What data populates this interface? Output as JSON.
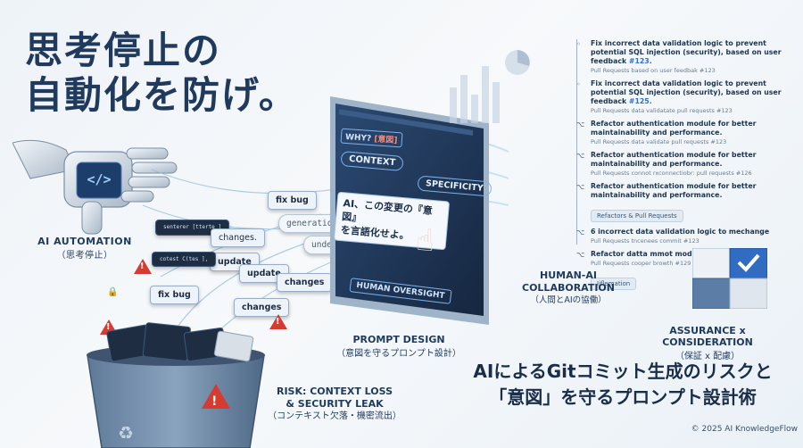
{
  "headline": {
    "line1": "思考停止の",
    "line2": "自動化を防げ。"
  },
  "robot": {
    "code_symbol": "</>",
    "label": "AI AUTOMATION",
    "sub": "（思考停止）"
  },
  "snippets": {
    "fix_bug_1": "fix bug",
    "generation": "generation",
    "changes_1": "changes.",
    "update_1": "update",
    "update_2": "update",
    "changes_2": "changes",
    "undextl": "undext]",
    "fix_bug_2": "fix bug",
    "changes_3": "changes",
    "code_1": "senterer [tterte ]",
    "code_2": "cotest C(tes ],"
  },
  "risk": {
    "line1": "RISK: CONTEXT LOSS",
    "line2": "& SECURITY LEAK",
    "sub": "（コンテキスト欠落・機密流出）"
  },
  "monitor": {
    "why": "WHY?",
    "why_box": "[意図]",
    "context": "CONTEXT",
    "specificity": "SPECIFICITY",
    "prompt_line1": "AI、この変更の『意図』",
    "prompt_line2": "を言語化せよ。",
    "human_oversight": "HUMAN OVERSIGHT"
  },
  "prompt_design": {
    "label": "PROMPT DESIGN",
    "sub": "（意図を守るプロンプト設計）"
  },
  "pr_list": [
    {
      "icon": "◦",
      "title": "Fix incorrect data validation logic to prevent potential SQL injection (security), based on user feedback ",
      "ref": "#123.",
      "meta": "Pull Requests based on user feedbak #123"
    },
    {
      "icon": "◦",
      "title": "Fix incorrect data validation logic to prevent potential SQL injection (security), based on user feedback ",
      "ref": "#125.",
      "meta": "Pull Requests data validatate pull requests #123"
    },
    {
      "icon": "⌥",
      "title": "Refactor authentication module for better maintainability and performance.",
      "ref": "",
      "meta": "Pull Requests data validate pull requests #123"
    },
    {
      "icon": "⌥",
      "title": "Refactor authentication module for better maintainability and performance.",
      "ref": "",
      "meta": "Pull Requests connot rxconnectiobr: pull requests #126"
    },
    {
      "icon": "⌥",
      "title": "Refactor authentication module for better maintainability and performance.",
      "ref": "",
      "meta": ""
    }
  ],
  "tag1": "Refactors & Pull Requests",
  "pr_list2": [
    {
      "icon": "⌥",
      "title": "6 incorrect data validation logic to mechange",
      "ref": "",
      "meta": "Pull Requests tncenees commit #123"
    },
    {
      "icon": "⌥",
      "title": "Refactor datta mmot module",
      "ref": "",
      "meta": "Pull Requests cooper browth #129"
    }
  ],
  "tag2": "Iiflemation",
  "hai": {
    "line1": "HUMAN-AI",
    "line2": "COLLABORATION",
    "sub": "（人間とAIの協働）"
  },
  "assure": {
    "label": "ASSURANCE x CONSIDERATION",
    "sub": "（保証 x 配慮）"
  },
  "title2": {
    "a": "AIによるGitコミット生成のリスクと",
    "b": "「意図」を守るプロンプト設計術"
  },
  "copyright": "© 2025 AI KnowledgeFlow",
  "colors": {
    "navy": "#1f3a5c",
    "accent_blue": "#2a6ed6",
    "warning_red": "#d63b32"
  },
  "icons": [
    "robot-hand-icon",
    "code-icon",
    "trash-bin-icon",
    "warning-icon",
    "hand-pointer-icon",
    "checkmark-icon",
    "lock-icon",
    "recycle-icon"
  ]
}
